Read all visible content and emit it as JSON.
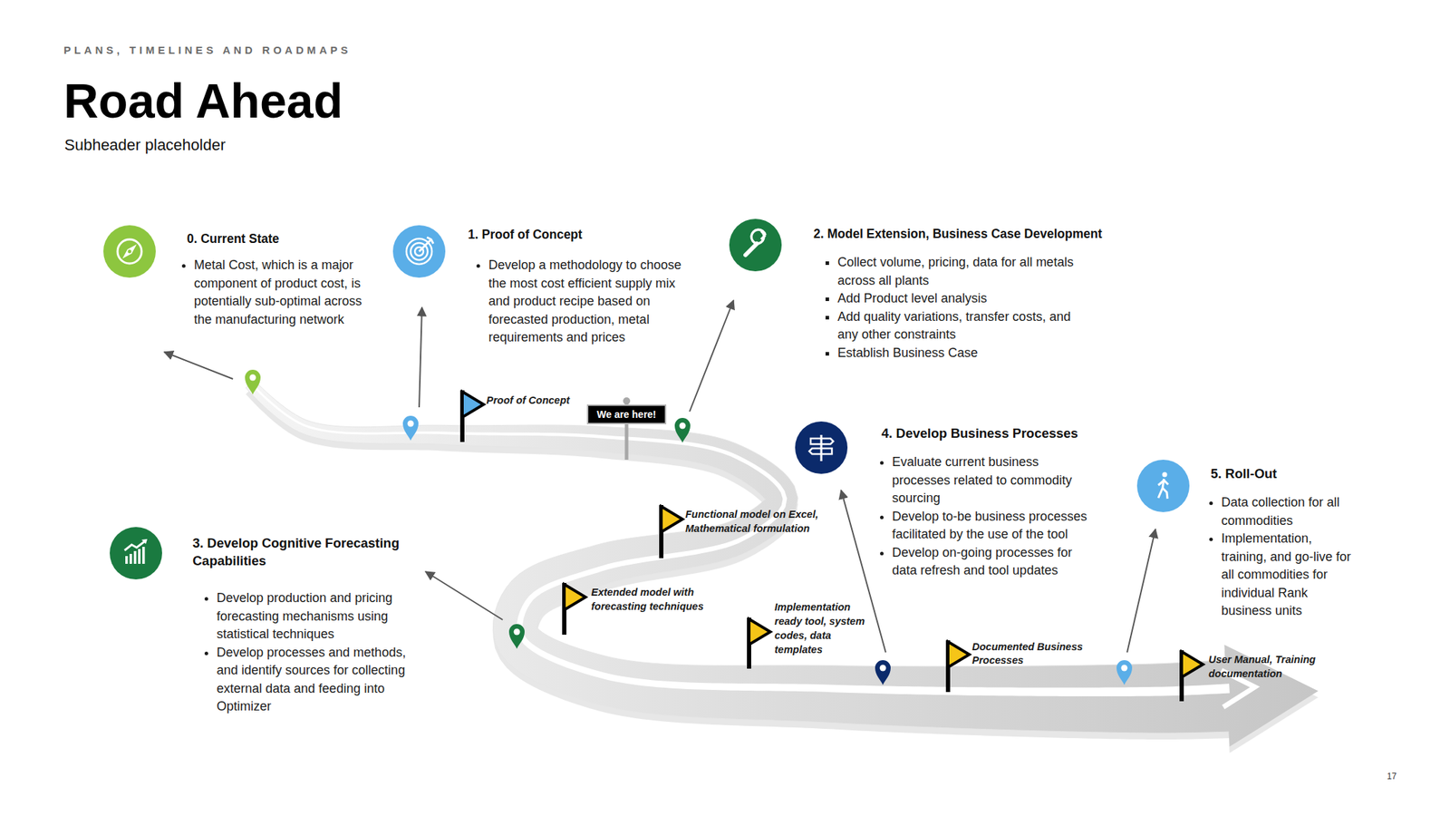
{
  "diagram": {
    "title": "Road Ahead",
    "nodes": [
      {
        "text": [
          "0. Current State",
          "Metal Cost, which is a major component of product cost, is potentially sub-optimal across the manufacturing network"
        ]
      },
      {
        "text": [
          "1. Proof of Concept",
          "Develop a methodology to choose the most cost efficient supply mix and product recipe based on forecasted production, metal requirements and prices"
        ]
      },
      {
        "text": [
          "2. Model Extension, Business Case Development",
          "Collect volume, pricing, data for all metals across all plants",
          "Add Product level analysis",
          "Add quality variations, transfer costs, and any other constraints",
          "Establish Business Case"
        ]
      },
      {
        "text": [
          "3. Develop Cognitive Forecasting Capabilities",
          "Develop production and pricing forecasting mechanisms using statistical techniques",
          "Develop processes and methods, and identify sources for collecting external data and feeding into Optimizer"
        ]
      },
      {
        "text": [
          "4. Develop Business Processes",
          "Evaluate current business processes related to commodity sourcing",
          "Develop to-be business processes facilitated by the use of the tool",
          "Develop on-going processes for data refresh and tool updates"
        ]
      },
      {
        "text": [
          "5. Roll-Out",
          "Data collection for all commodities",
          "Implementation, training, and go-live for all commodities for individual Rank business units"
        ]
      },
      {
        "text": [
          "We are here!"
        ]
      }
    ],
    "labels": [
      "PLANS, TIMELINES AND ROADMAPS",
      "Subheader placeholder",
      "Proof of Concept",
      "Functional model on Excel, Mathematical formulation",
      "Extended model with forecasting techniques",
      "Implementation ready tool, system codes, data templates",
      "Documented Business Processes",
      "User Manual, Training documentation",
      "17"
    ]
  }
}
